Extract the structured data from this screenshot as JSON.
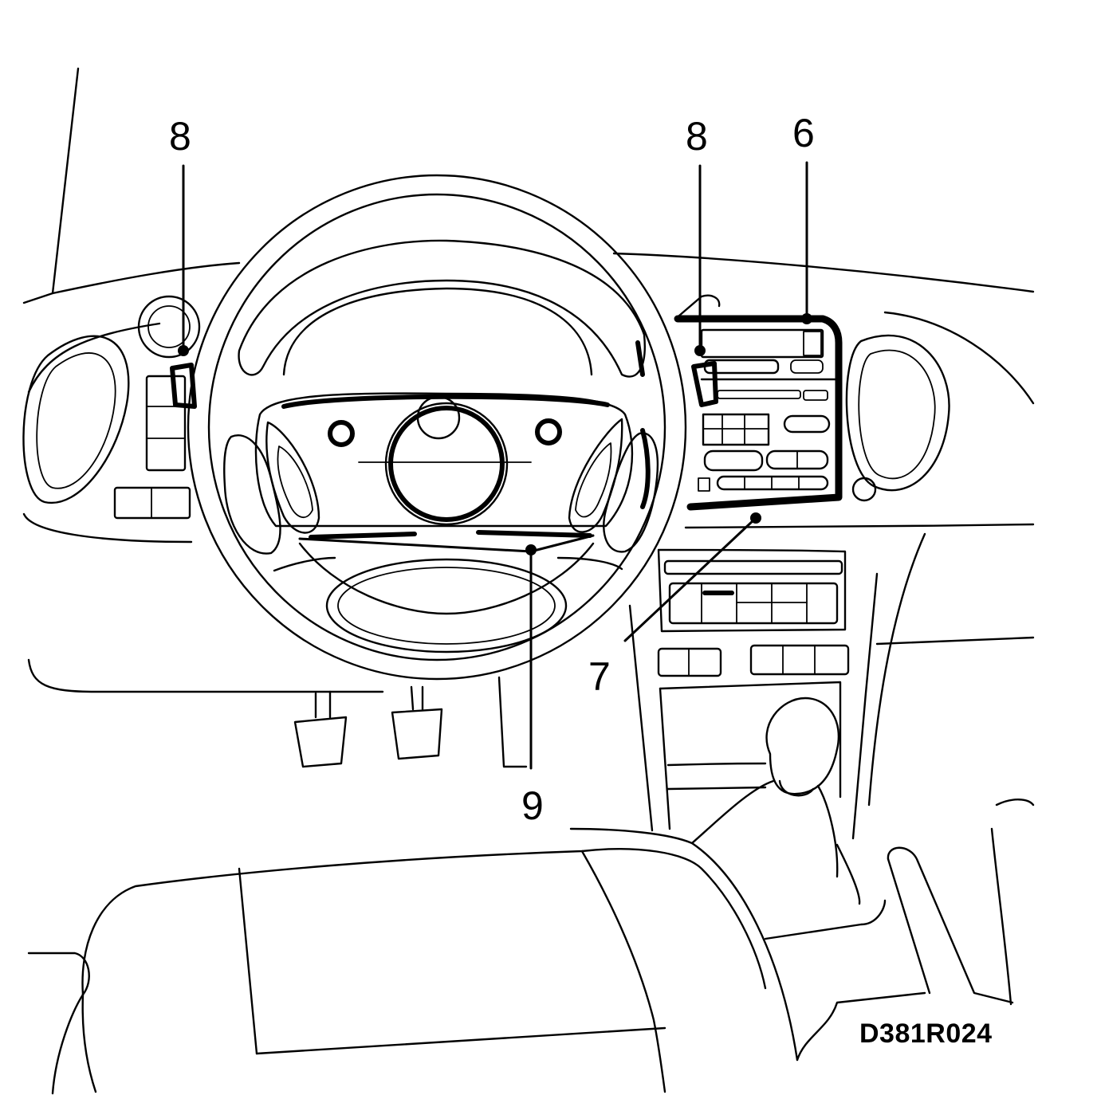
{
  "callouts": [
    {
      "id": "left-8",
      "label": "8"
    },
    {
      "id": "right-8",
      "label": "8"
    },
    {
      "id": "six",
      "label": "6"
    },
    {
      "id": "seven",
      "label": "7"
    },
    {
      "id": "nine",
      "label": "9"
    }
  ],
  "reference_code": "D381R024"
}
